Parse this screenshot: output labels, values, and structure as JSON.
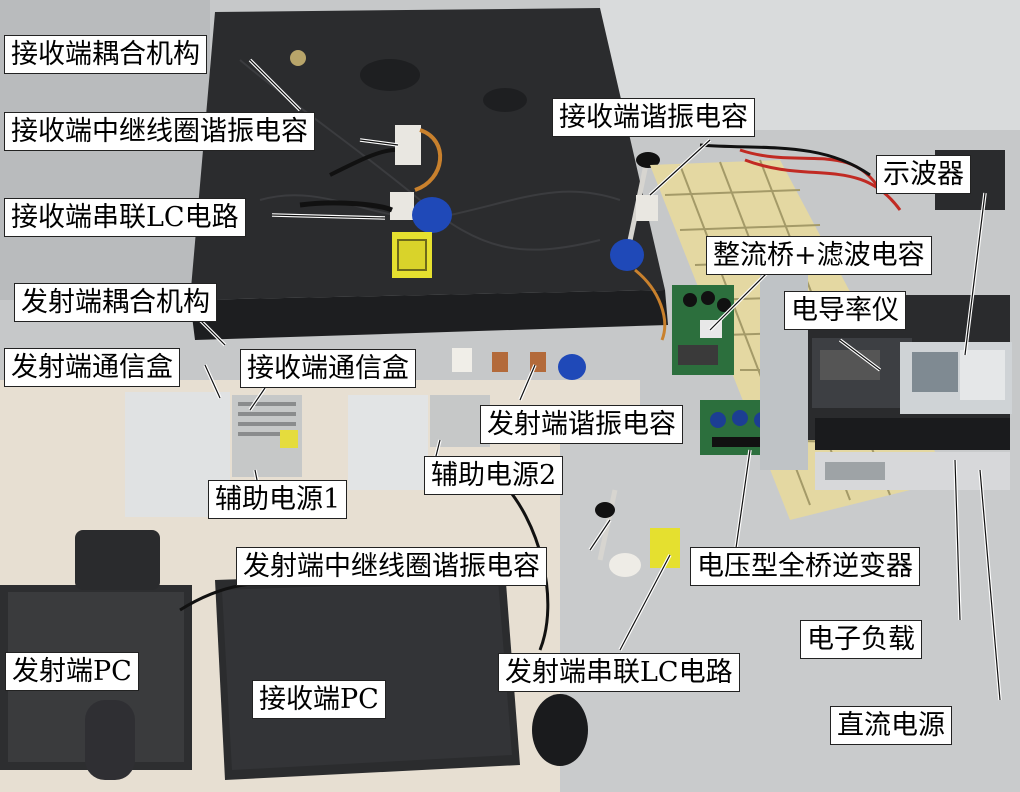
{
  "callouts": {
    "rx_coupling": "接收端耦合机构",
    "rx_relay_cap": "接收端中继线圈谐振电容",
    "rx_series_lc": "接收端串联LC电路",
    "tx_coupling": "发射端耦合机构",
    "tx_comm_box": "发射端通信盒",
    "rx_comm_box": "接收端通信盒",
    "rx_resonant_cap": "接收端谐振电容",
    "oscilloscope": "示波器",
    "rectifier": "整流桥+滤波电容",
    "conductivity_meter": "电导率仪",
    "tx_resonant_cap": "发射端谐振电容",
    "aux_power_1": "辅助电源1",
    "aux_power_2": "辅助电源2",
    "tx_relay_cap": "发射端中继线圈谐振电容",
    "inverter": "电压型全桥逆变器",
    "electronic_load": "电子负载",
    "tx_pc": "发射端PC",
    "rx_pc": "接收端PC",
    "tx_series_lc": "发射端串联LC电路",
    "dc_power": "直流电源"
  }
}
